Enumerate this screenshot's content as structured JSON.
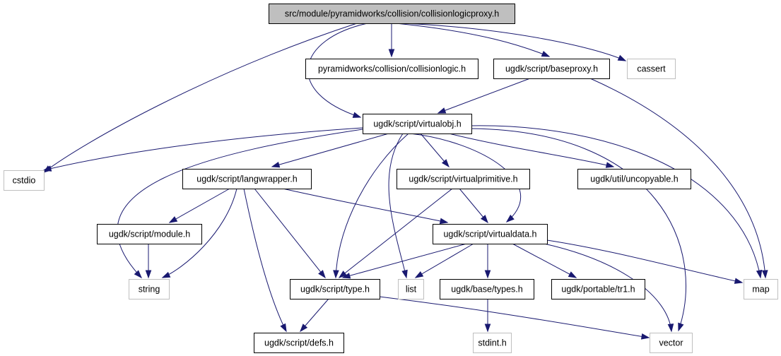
{
  "colors": {
    "edge": "#191970",
    "root_fill": "#bfbfbf",
    "node_border": "#000000",
    "external_border": "#bfbfbf",
    "text": "#000000"
  },
  "nodes": [
    {
      "id": "root",
      "label": "src/module/pyramidworks/collision/collisionlogicproxy.h",
      "kind": "root"
    },
    {
      "id": "collisionlogic",
      "label": "pyramidworks/collision/collisionlogic.h",
      "kind": "internal"
    },
    {
      "id": "baseproxy",
      "label": "ugdk/script/baseproxy.h",
      "kind": "internal"
    },
    {
      "id": "cassert",
      "label": "cassert",
      "kind": "external"
    },
    {
      "id": "virtualobj",
      "label": "ugdk/script/virtualobj.h",
      "kind": "internal"
    },
    {
      "id": "cstdio",
      "label": "cstdio",
      "kind": "external"
    },
    {
      "id": "langwrapper",
      "label": "ugdk/script/langwrapper.h",
      "kind": "internal"
    },
    {
      "id": "virtualprimitive",
      "label": "ugdk/script/virtualprimitive.h",
      "kind": "internal"
    },
    {
      "id": "uncopyable",
      "label": "ugdk/util/uncopyable.h",
      "kind": "internal"
    },
    {
      "id": "module",
      "label": "ugdk/script/module.h",
      "kind": "internal"
    },
    {
      "id": "virtualdata",
      "label": "ugdk/script/virtualdata.h",
      "kind": "internal"
    },
    {
      "id": "string",
      "label": "string",
      "kind": "external"
    },
    {
      "id": "type",
      "label": "ugdk/script/type.h",
      "kind": "internal"
    },
    {
      "id": "list",
      "label": "list",
      "kind": "external"
    },
    {
      "id": "types",
      "label": "ugdk/base/types.h",
      "kind": "internal"
    },
    {
      "id": "tr1",
      "label": "ugdk/portable/tr1.h",
      "kind": "internal"
    },
    {
      "id": "map",
      "label": "map",
      "kind": "external"
    },
    {
      "id": "defs",
      "label": "ugdk/script/defs.h",
      "kind": "internal"
    },
    {
      "id": "stdint",
      "label": "stdint.h",
      "kind": "external"
    },
    {
      "id": "vector",
      "label": "vector",
      "kind": "external"
    }
  ],
  "edges": [
    {
      "from": "root",
      "to": "collisionlogic"
    },
    {
      "from": "root",
      "to": "baseproxy"
    },
    {
      "from": "root",
      "to": "cassert"
    },
    {
      "from": "root",
      "to": "virtualobj"
    },
    {
      "from": "root",
      "to": "cstdio"
    },
    {
      "from": "baseproxy",
      "to": "virtualobj"
    },
    {
      "from": "baseproxy",
      "to": "map"
    },
    {
      "from": "virtualobj",
      "to": "cstdio"
    },
    {
      "from": "virtualobj",
      "to": "langwrapper"
    },
    {
      "from": "virtualobj",
      "to": "virtualprimitive"
    },
    {
      "from": "virtualobj",
      "to": "uncopyable"
    },
    {
      "from": "virtualobj",
      "to": "string"
    },
    {
      "from": "virtualobj",
      "to": "type"
    },
    {
      "from": "virtualobj",
      "to": "list"
    },
    {
      "from": "virtualobj",
      "to": "virtualdata"
    },
    {
      "from": "virtualobj",
      "to": "map"
    },
    {
      "from": "virtualobj",
      "to": "vector"
    },
    {
      "from": "langwrapper",
      "to": "module"
    },
    {
      "from": "langwrapper",
      "to": "virtualdata"
    },
    {
      "from": "langwrapper",
      "to": "string"
    },
    {
      "from": "langwrapper",
      "to": "type"
    },
    {
      "from": "langwrapper",
      "to": "defs"
    },
    {
      "from": "virtualprimitive",
      "to": "virtualdata"
    },
    {
      "from": "virtualprimitive",
      "to": "type"
    },
    {
      "from": "module",
      "to": "string"
    },
    {
      "from": "virtualdata",
      "to": "type"
    },
    {
      "from": "virtualdata",
      "to": "list"
    },
    {
      "from": "virtualdata",
      "to": "types"
    },
    {
      "from": "virtualdata",
      "to": "tr1"
    },
    {
      "from": "virtualdata",
      "to": "map"
    },
    {
      "from": "virtualdata",
      "to": "vector"
    },
    {
      "from": "type",
      "to": "defs"
    },
    {
      "from": "type",
      "to": "vector"
    },
    {
      "from": "types",
      "to": "stdint"
    }
  ]
}
